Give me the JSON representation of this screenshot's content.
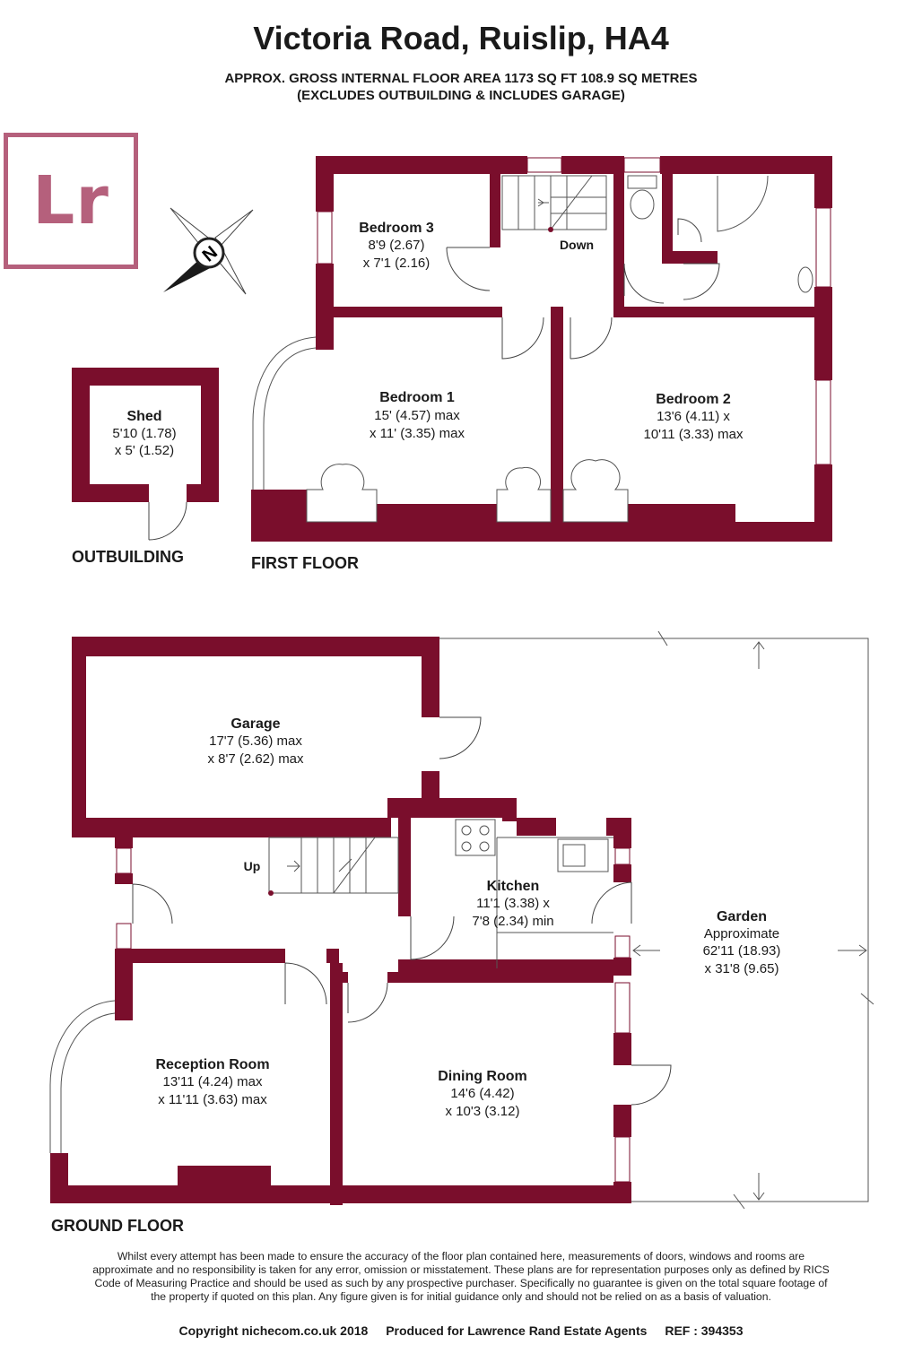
{
  "title": "Victoria Road, Ruislip, HA4",
  "subtitle": {
    "line1": "APPROX. GROSS INTERNAL FLOOR AREA 1173 SQ FT 108.9 SQ METRES",
    "line2": "(EXCLUDES OUTBUILDING & INCLUDES GARAGE)"
  },
  "logo": {
    "text": "Lr",
    "color": "#b5607c"
  },
  "compass": {
    "label": "N",
    "icon": "compass-north-icon"
  },
  "colors": {
    "wall": "#7a0e2c",
    "line": "#555555"
  },
  "floors": {
    "outbuilding": "OUTBUILDING",
    "first": "FIRST FLOOR",
    "ground": "GROUND FLOOR"
  },
  "rooms": {
    "shed": {
      "name": "Shed",
      "dim1": "5'10 (1.78)",
      "dim2": "x 5' (1.52)"
    },
    "bedroom3": {
      "name": "Bedroom 3",
      "dim1": "8'9 (2.67)",
      "dim2": "x 7'1 (2.16)"
    },
    "bedroom1": {
      "name": "Bedroom 1",
      "dim1": "15' (4.57) max",
      "dim2": "x 11' (3.35) max"
    },
    "bedroom2": {
      "name": "Bedroom 2",
      "dim1": "13'6 (4.11) x",
      "dim2": "10'11 (3.33) max"
    },
    "garage": {
      "name": "Garage",
      "dim1": "17'7 (5.36) max",
      "dim2": "x 8'7 (2.62) max"
    },
    "kitchen": {
      "name": "Kitchen",
      "dim1": "11'1 (3.38) x",
      "dim2": "7'8 (2.34) min"
    },
    "garden": {
      "name": "Garden",
      "dim1": "Approximate",
      "dim2": "62'11 (18.93)",
      "dim3": "x 31'8 (9.65)"
    },
    "reception": {
      "name": "Reception Room",
      "dim1": "13'11 (4.24) max",
      "dim2": "x 11'11 (3.63) max"
    },
    "dining": {
      "name": "Dining Room",
      "dim1": "14'6 (4.42)",
      "dim2": "x 10'3 (3.12)"
    }
  },
  "stairs": {
    "down": "Down",
    "up": "Up"
  },
  "disclaimer": "Whilst every attempt has been made to ensure the accuracy of the floor plan contained here, measurements of doors, windows and rooms are approximate and no responsibility is taken for any error, omission or misstatement. These plans are for representation purposes only as defined by RICS Code of Measuring Practice and should be used as such by any prospective purchaser. Specifically no guarantee is given on the total square footage of the property if quoted on this plan. Any figure given is for initial guidance only and should not be relied on as a basis of valuation.",
  "footer": {
    "copyright": "Copyright nichecom.co.uk 2018",
    "produced": "Produced for Lawrence Rand Estate Agents",
    "ref": "REF : 394353"
  }
}
